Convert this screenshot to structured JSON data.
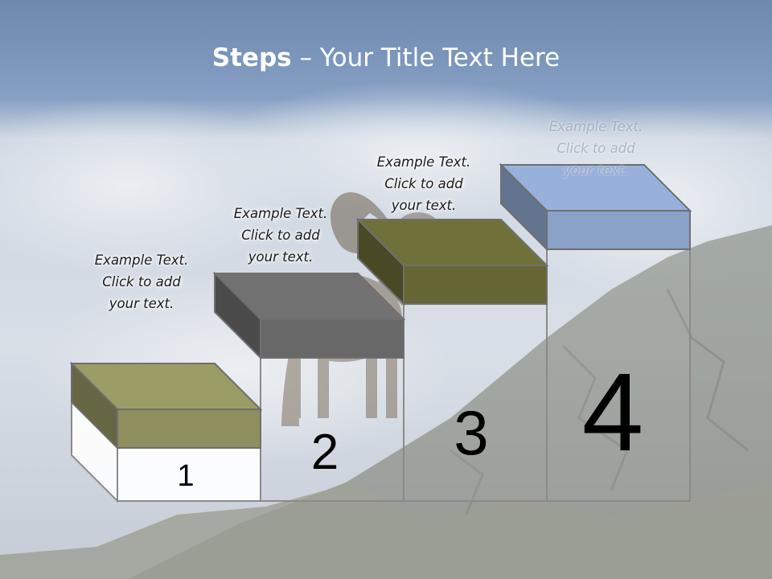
{
  "slide": {
    "title_bold": "Steps",
    "title_rest": " – Your Title Text Here"
  },
  "steps": [
    {
      "number": "1",
      "caption": [
        "Example Text.",
        "Click  to add",
        "your text."
      ],
      "color": "#8e8e5e",
      "faded": false
    },
    {
      "number": "2",
      "caption": [
        "Example Text.",
        "Click  to add",
        "your text."
      ],
      "color": "#686868",
      "faded": false
    },
    {
      "number": "3",
      "caption": [
        "Example Text.",
        "Click  to add",
        "your text."
      ],
      "color": "#666635",
      "faded": false
    },
    {
      "number": "4",
      "caption": [
        "Example Text.",
        "Click  to add",
        "your text."
      ],
      "color": "#8aa1c8",
      "faded": true
    }
  ]
}
